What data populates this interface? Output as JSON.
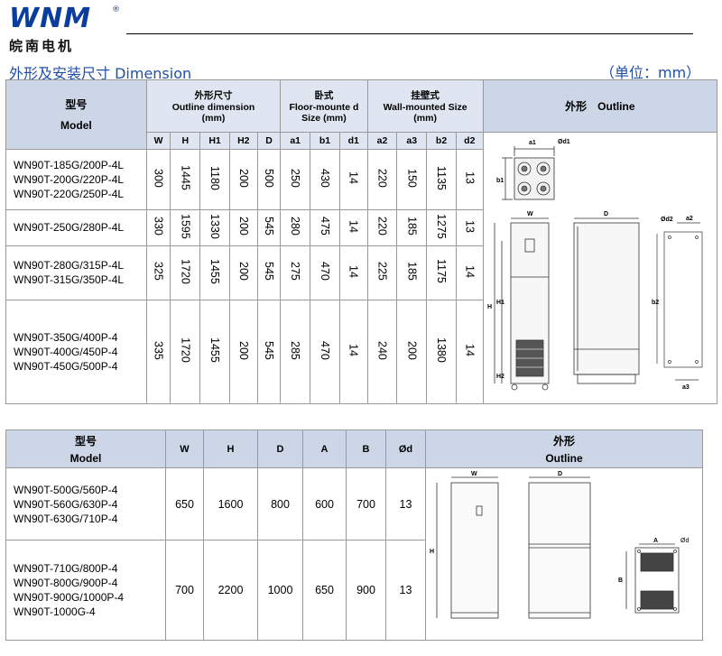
{
  "header": {
    "logo_mark": "WNM",
    "logo_reg": "®",
    "logo_cn": "皖南电机",
    "title": "外形及安装尺寸 Dimension",
    "unit": "（单位：mm）"
  },
  "table1": {
    "hdr_model_cn": "型号",
    "hdr_model_en": "Model",
    "hdr_outline_cn": "外形尺寸",
    "hdr_outline_en": "Outline dimension",
    "hdr_outline_unit": "(mm)",
    "hdr_floor_cn": "卧式",
    "hdr_floor_en": "Floor-mounte d Size (mm)",
    "hdr_wall_cn": "挂壁式",
    "hdr_wall_en": "Wall-mounted Size",
    "hdr_wall_unit": "(mm)",
    "hdr_pic_cn": "外形",
    "hdr_pic_en": "Outline",
    "cols": [
      "W",
      "H",
      "H1",
      "H2",
      "D",
      "a1",
      "b1",
      "d1",
      "a2",
      "a3",
      "b2",
      "d2"
    ],
    "rows": [
      {
        "models": [
          "WN90T-185G/200P-4L",
          "WN90T-200G/220P-4L",
          "WN90T-220G/250P-4L"
        ],
        "vals": [
          "300",
          "1445",
          "1180",
          "200",
          "500",
          "250",
          "430",
          "14",
          "220",
          "150",
          "1135",
          "13"
        ]
      },
      {
        "models": [
          "WN90T-250G/280P-4L"
        ],
        "vals": [
          "330",
          "1595",
          "1330",
          "200",
          "545",
          "280",
          "475",
          "14",
          "220",
          "185",
          "1275",
          "13"
        ]
      },
      {
        "models": [
          "WN90T-280G/315P-4L",
          "WN90T-315G/350P-4L"
        ],
        "vals": [
          "325",
          "1720",
          "1455",
          "200",
          "545",
          "275",
          "470",
          "14",
          "225",
          "185",
          "1175",
          "14"
        ]
      },
      {
        "models": [
          "WN90T-350G/400P-4",
          "WN90T-400G/450P-4",
          "WN90T-450G/500P-4"
        ],
        "vals": [
          "335",
          "1720",
          "1455",
          "200",
          "545",
          "285",
          "470",
          "14",
          "240",
          "200",
          "1380",
          "14"
        ]
      }
    ],
    "drawing_labels": {
      "a1": "a1",
      "d1": "Ød1",
      "b1": "b1",
      "W": "W",
      "D": "D",
      "d2": "Ød2",
      "a2": "a2",
      "H": "H",
      "H1": "H1",
      "H2": "H2",
      "b2": "b2",
      "a3": "a3"
    }
  },
  "table2": {
    "hdr_model_cn": "型号",
    "hdr_model_en": "Model",
    "cols": [
      "W",
      "H",
      "D",
      "A",
      "B",
      "Ød"
    ],
    "hdr_pic_cn": "外形",
    "hdr_pic_en": "Outline",
    "rows": [
      {
        "models": [
          "WN90T-500G/560P-4",
          "WN90T-560G/630P-4",
          "WN90T-630G/710P-4"
        ],
        "vals": [
          "650",
          "1600",
          "800",
          "600",
          "700",
          "13"
        ]
      },
      {
        "models": [
          "WN90T-710G/800P-4",
          "WN90T-800G/900P-4",
          "WN90T-900G/1000P-4",
          "WN90T-1000G-4"
        ],
        "vals": [
          "700",
          "2200",
          "1000",
          "650",
          "900",
          "13"
        ]
      }
    ],
    "drawing_labels": {
      "W": "W",
      "D": "D",
      "H": "H",
      "A": "A",
      "B": "B",
      "d": "Ød"
    }
  },
  "colors": {
    "brand": "#0a3d9c",
    "heading": "#1f4fa8",
    "header_fill": "#ccd6e7"
  }
}
